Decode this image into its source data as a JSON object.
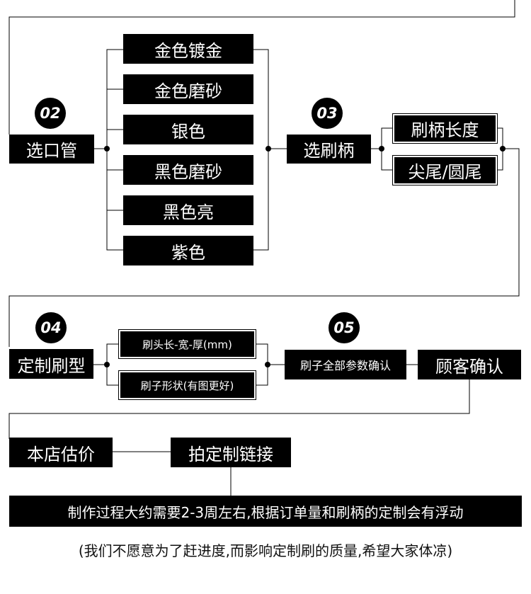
{
  "steps": {
    "s02": {
      "number": "02",
      "label": "选口管"
    },
    "s03": {
      "number": "03",
      "label": "选刷柄"
    },
    "s04": {
      "number": "04",
      "label": "定制刷型"
    },
    "s05": {
      "number": "05",
      "label": "刷子全部参数确认"
    }
  },
  "tube_options": [
    "金色镀金",
    "金色磨砂",
    "银色",
    "黑色磨砂",
    "黑色亮",
    "紫色"
  ],
  "handle_options": [
    "刷柄长度",
    "尖尾/圆尾"
  ],
  "brush_options": [
    "刷头长-宽-厚(mm)",
    "刷子形状(有图更好)"
  ],
  "customer_confirm": "顾客确认",
  "quote": "本店估价",
  "custom_link": "拍定制链接",
  "process_note": "制作过程大约需要2-3周左右,根据订单量和刷柄的定制会有浮动",
  "apology_note": "(我们不愿意为了赶进度,而影响定制刷的质量,希望大家体凉)"
}
